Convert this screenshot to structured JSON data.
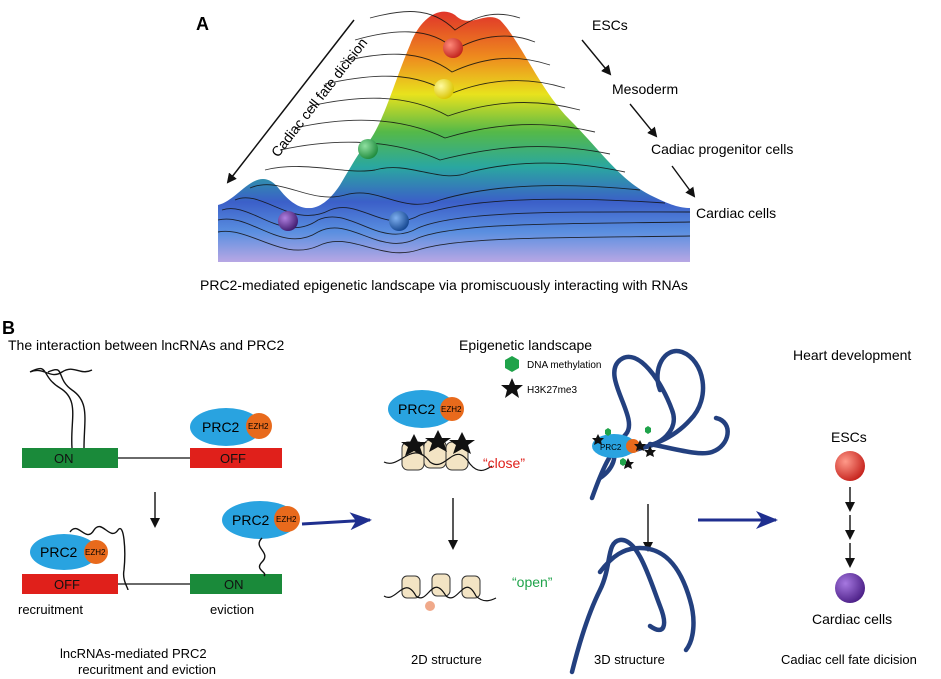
{
  "panel_a": {
    "label": "A",
    "arrow_label": "Cadiac cell fate dicision",
    "stages": [
      "ESCs",
      "Mesoderm",
      "Cadiac progenitor cells",
      "Cardiac cells"
    ],
    "caption": "PRC2-mediated epigenetic landscape via promiscuously interacting with RNAs",
    "ball_colors": {
      "red": "#e0342a",
      "yellow": "#f2e11b",
      "green": "#2fa84f",
      "purple": "#5b2d8e",
      "blue": "#1f5fb5"
    }
  },
  "panel_b": {
    "label": "B",
    "left": {
      "title": "The interaction between lncRNAs and PRC2",
      "on_label": "ON",
      "off_label": "OFF",
      "prc2_label": "PRC2",
      "ezh2_label": "EZH2",
      "recruitment_label": "recruitment",
      "eviction_label": "eviction",
      "caption_line1": "lncRNAs-mediated PRC2",
      "caption_line2": "recuritment and eviction"
    },
    "middle": {
      "title": "Epigenetic landscape",
      "legend_dna": "DNA methylation",
      "legend_h3": "H3K27me3",
      "close_label": "“close”",
      "open_label": "“open”",
      "caption_2d": "2D structure",
      "caption_3d": "3D structure"
    },
    "right": {
      "title": "Heart development",
      "top_label": "ESCs",
      "bottom_label": "Cardiac cells",
      "caption": "Cadiac cell fate dicision"
    }
  },
  "colors": {
    "on_green": "#1a8a3a",
    "off_red": "#e0201b",
    "prc2_blue": "#29a3e0",
    "ezh2_orange": "#e86a1c",
    "arrow_navy": "#1f2f8f",
    "chromatin_blue": "#23407f"
  }
}
